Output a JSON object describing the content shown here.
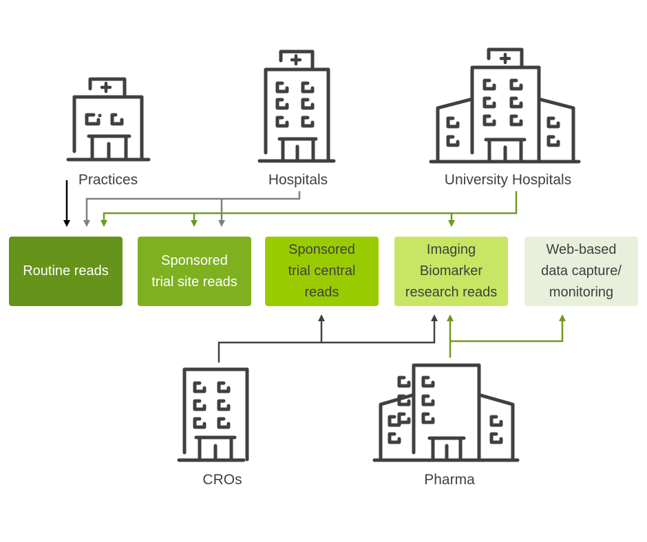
{
  "sources": {
    "practices": "Practices",
    "hospitals": "Hospitals",
    "university_hospitals": "University Hospitals",
    "cros": "CROs",
    "pharma": "Pharma"
  },
  "reads": [
    {
      "label": "Routine reads",
      "color": "#66931a",
      "text_color": "#ffffff"
    },
    {
      "label": "Sponsored\ntrial site reads",
      "color": "#7fb01f",
      "text_color": "#ffffff"
    },
    {
      "label": "Sponsored\ntrial central\nreads",
      "color": "#99cc00",
      "text_color": "#3f3f3f"
    },
    {
      "label": "Imaging\nBiomarker\nresearch reads",
      "color": "#c8e663",
      "text_color": "#3f3f3f"
    },
    {
      "label": "Web-based\ndata capture/\nmonitoring",
      "color": "#e8f0dc",
      "text_color": "#3f3f3f"
    }
  ],
  "colors": {
    "icon": "#404040",
    "arrow_black": "#000000",
    "arrow_gray": "#7f7f7f",
    "arrow_green": "#6b9a1f",
    "arrow_dark": "#404040"
  }
}
